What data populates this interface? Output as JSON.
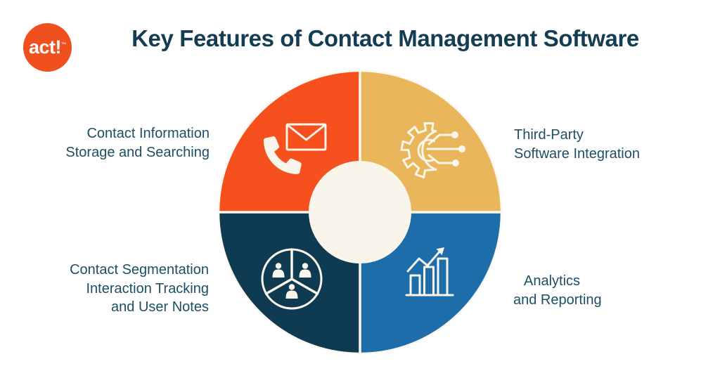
{
  "logo": {
    "text": "act!",
    "trademark": "™",
    "color": "#F0501E",
    "text_color": "#FFFFFF"
  },
  "title": {
    "text": "Key Features of Contact Management Software",
    "color": "#143C53"
  },
  "donut": {
    "center_color": "#FAF5EA",
    "divider_color": "#FBF7EE",
    "icon_color": "#FAF5EA",
    "quadrants": [
      {
        "position": "top-left",
        "color": "#F5501D",
        "icon": "phone-mail-icon",
        "label_lines": [
          "Contact Information",
          "Storage and Searching"
        ]
      },
      {
        "position": "top-right",
        "color": "#EAB65C",
        "icon": "integration-gear-circuit-icon",
        "label_lines": [
          "Third-Party",
          "Software Integration"
        ]
      },
      {
        "position": "bottom-left",
        "color": "#0E3A52",
        "icon": "segmentation-pie-users-icon",
        "label_lines": [
          "Contact Segmentation",
          "Interaction Tracking",
          "and User Notes"
        ]
      },
      {
        "position": "bottom-right",
        "color": "#1E6DAB",
        "icon": "bar-chart-arrow-icon",
        "label_lines": [
          "Analytics",
          "and Reporting"
        ]
      }
    ]
  },
  "colors": {
    "background": "#FFFFFF",
    "label_text": "#1D4E63"
  }
}
